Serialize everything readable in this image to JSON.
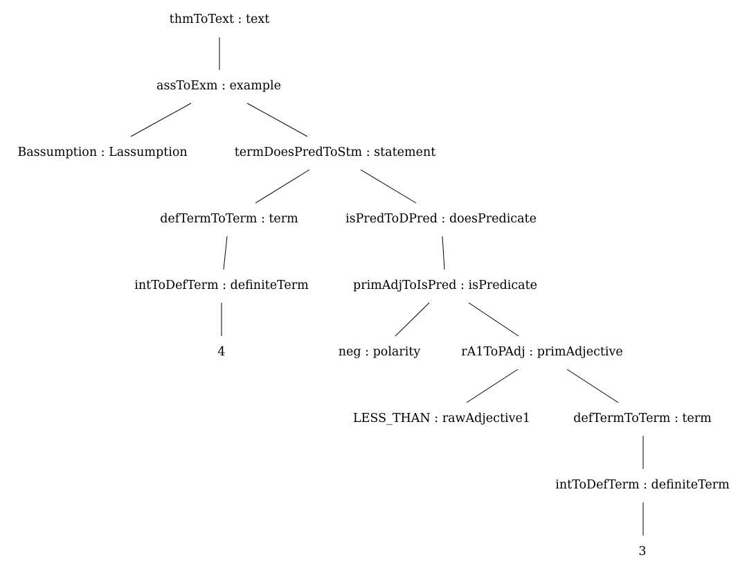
{
  "tree": {
    "nodes": [
      {
        "id": "n0",
        "label": "thmToText : text"
      },
      {
        "id": "n1",
        "label": "assToExm : example"
      },
      {
        "id": "n2",
        "label": "Bassumption : Lassumption"
      },
      {
        "id": "n3",
        "label": "termDoesPredToStm : statement"
      },
      {
        "id": "n4",
        "label": "defTermToTerm : term"
      },
      {
        "id": "n5",
        "label": "isPredToDPred : doesPredicate"
      },
      {
        "id": "n6",
        "label": "intToDefTerm : definiteTerm"
      },
      {
        "id": "n7",
        "label": "primAdjToIsPred : isPredicate"
      },
      {
        "id": "n8",
        "label": "4"
      },
      {
        "id": "n9",
        "label": "neg : polarity"
      },
      {
        "id": "n10",
        "label": "rA1ToPAdj : primAdjective"
      },
      {
        "id": "n11",
        "label": "LESS_THAN : rawAdjective1"
      },
      {
        "id": "n12",
        "label": "defTermToTerm : term"
      },
      {
        "id": "n13",
        "label": "intToDefTerm : definiteTerm"
      },
      {
        "id": "n14",
        "label": "3"
      }
    ],
    "edges": [
      [
        "n0",
        "n1"
      ],
      [
        "n1",
        "n2"
      ],
      [
        "n1",
        "n3"
      ],
      [
        "n3",
        "n4"
      ],
      [
        "n3",
        "n5"
      ],
      [
        "n4",
        "n6"
      ],
      [
        "n5",
        "n7"
      ],
      [
        "n6",
        "n8"
      ],
      [
        "n7",
        "n9"
      ],
      [
        "n7",
        "n10"
      ],
      [
        "n10",
        "n11"
      ],
      [
        "n10",
        "n12"
      ],
      [
        "n12",
        "n13"
      ],
      [
        "n13",
        "n14"
      ]
    ]
  }
}
